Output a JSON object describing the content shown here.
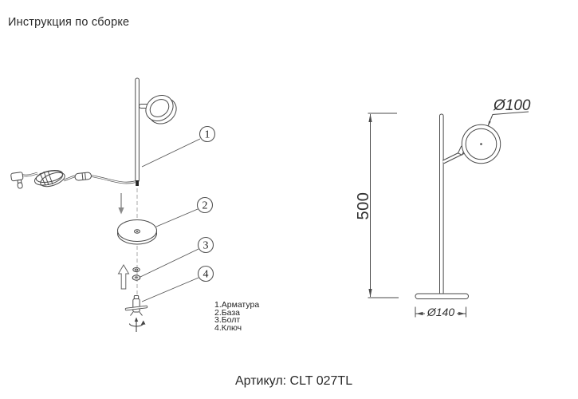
{
  "header": {
    "title": "Инструкция по сборке"
  },
  "footer": {
    "article": "Артикул: CLT 027TL"
  },
  "assembly": {
    "callouts": [
      {
        "num": "1",
        "list_label": "1.Арматура"
      },
      {
        "num": "2",
        "list_label": "2.База"
      },
      {
        "num": "3",
        "list_label": "3.Болт"
      },
      {
        "num": "4",
        "list_label": "4.Ключ"
      }
    ]
  },
  "dimensions": {
    "height": "500",
    "head_diameter": "Ø100",
    "base_diameter": "Ø140"
  },
  "colors": {
    "line": "#4a4a4a",
    "text": "#2b2b2b"
  }
}
